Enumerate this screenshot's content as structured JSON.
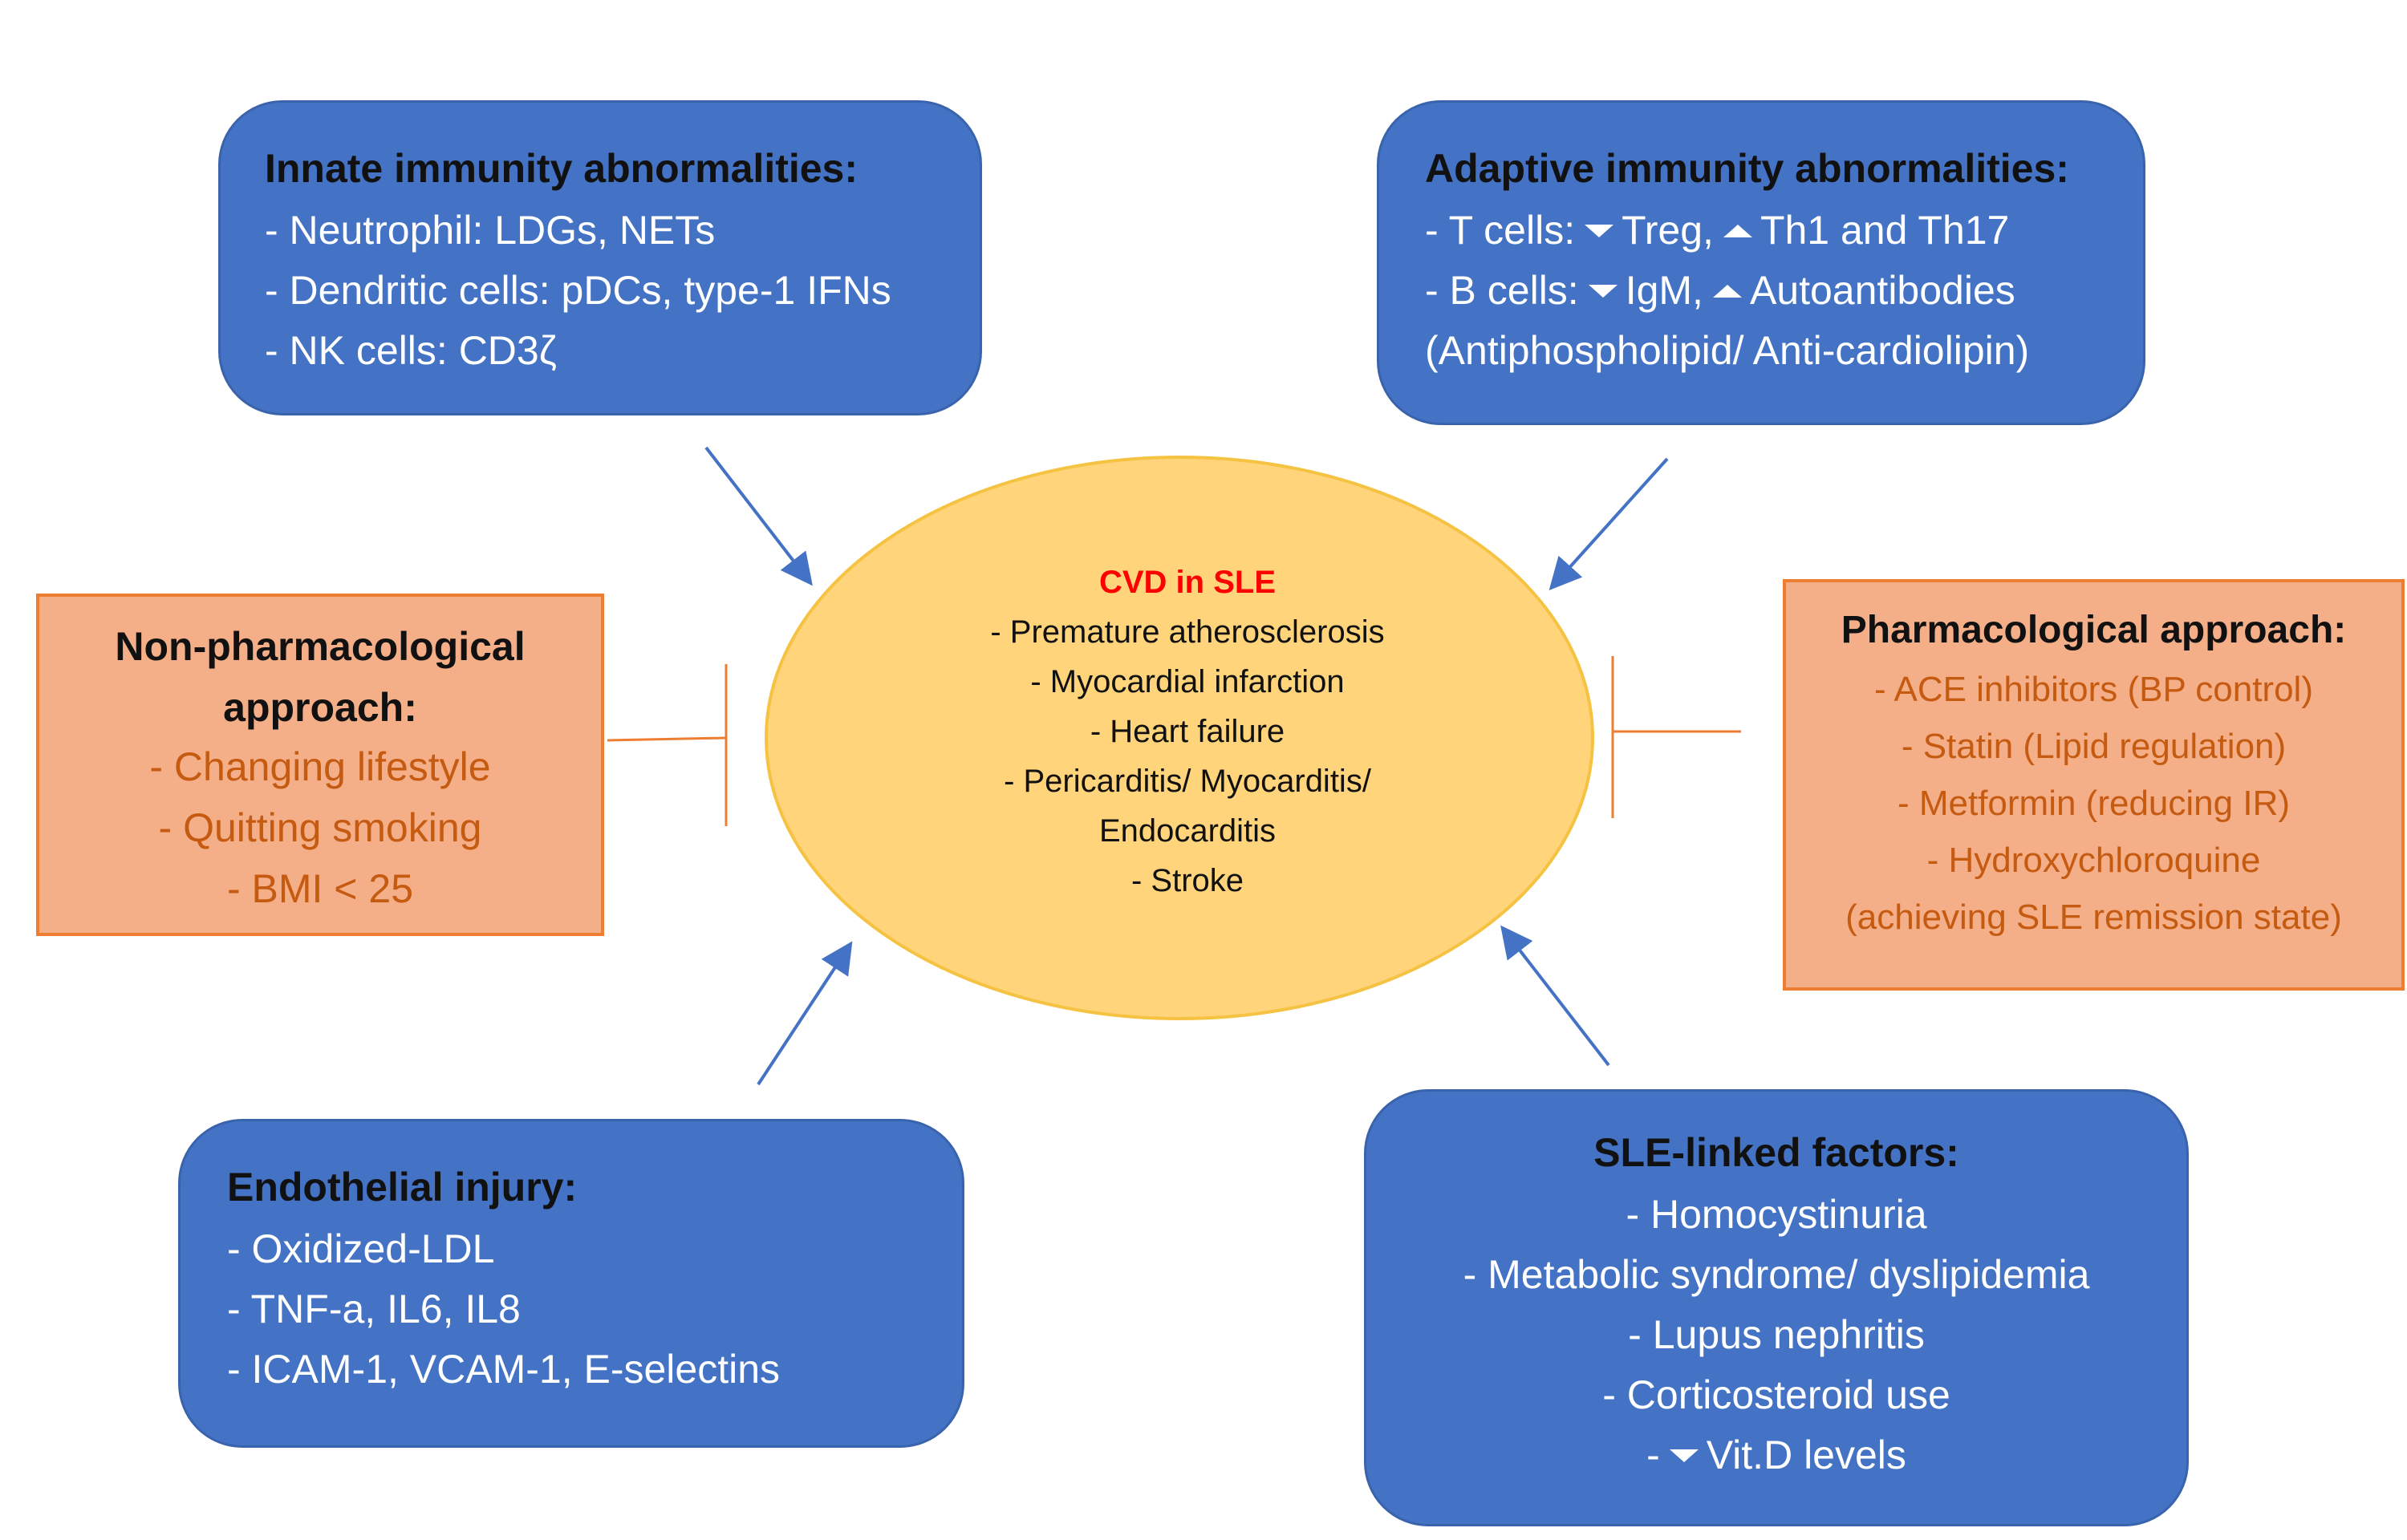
{
  "innate": {
    "title": "Innate immunity abnormalities:",
    "items": [
      "- Neutrophil: LDGs, NETs",
      "- Dendritic cells: pDCs, type-1 IFNs",
      "- NK cells: CD3ζ"
    ]
  },
  "adaptive": {
    "title": "Adaptive immunity abnormalities:",
    "line1_prefix": "- T cells:",
    "line1_down": "Treg,",
    "line1_up": "Th1 and Th17",
    "line2_prefix": "- B cells:",
    "line2_down": "IgM,",
    "line2_up": "Autoantibodies",
    "line3": "(Antiphospholipid/ Anti-cardiolipin)"
  },
  "center": {
    "title": "CVD in SLE",
    "items": [
      "- Premature atherosclerosis",
      "- Myocardial infarction",
      "- Heart failure",
      "- Pericarditis/ Myocarditis/",
      "Endocarditis",
      "- Stroke"
    ]
  },
  "nonpharm": {
    "title_line1": "Non-pharmacological",
    "title_line2": "approach:",
    "items": [
      "- Changing lifestyle",
      "- Quitting smoking",
      "- BMI < 25"
    ]
  },
  "pharm": {
    "title": "Pharmacological approach:",
    "items": [
      "- ACE inhibitors (BP control)",
      "- Statin (Lipid regulation)",
      "- Metformin (reducing IR)",
      "- Hydroxychloroquine",
      "(achieving SLE remission state)"
    ]
  },
  "endothelial": {
    "title": "Endothelial injury:",
    "items": [
      "- Oxidized-LDL",
      "- TNF-a, IL6, IL8",
      "- ICAM-1, VCAM-1, E-selectins"
    ]
  },
  "sle": {
    "title": "SLE-linked factors:",
    "items": [
      "- Homocystinuria",
      "- Metabolic syndrome/ dyslipidemia",
      "- Lupus nephritis",
      "- Corticosteroid use"
    ],
    "last_prefix": "-",
    "last_text": "Vit.D levels"
  },
  "colors": {
    "blue_box": "#4472c4",
    "orange_box": "#f4ae88",
    "orange_border": "#ed7d31",
    "orange_text": "#c55a11",
    "ellipse_fill": "#ffd47a",
    "ellipse_border": "#f5c242",
    "arrow": "#4472c4",
    "center_title": "#ff0000"
  }
}
